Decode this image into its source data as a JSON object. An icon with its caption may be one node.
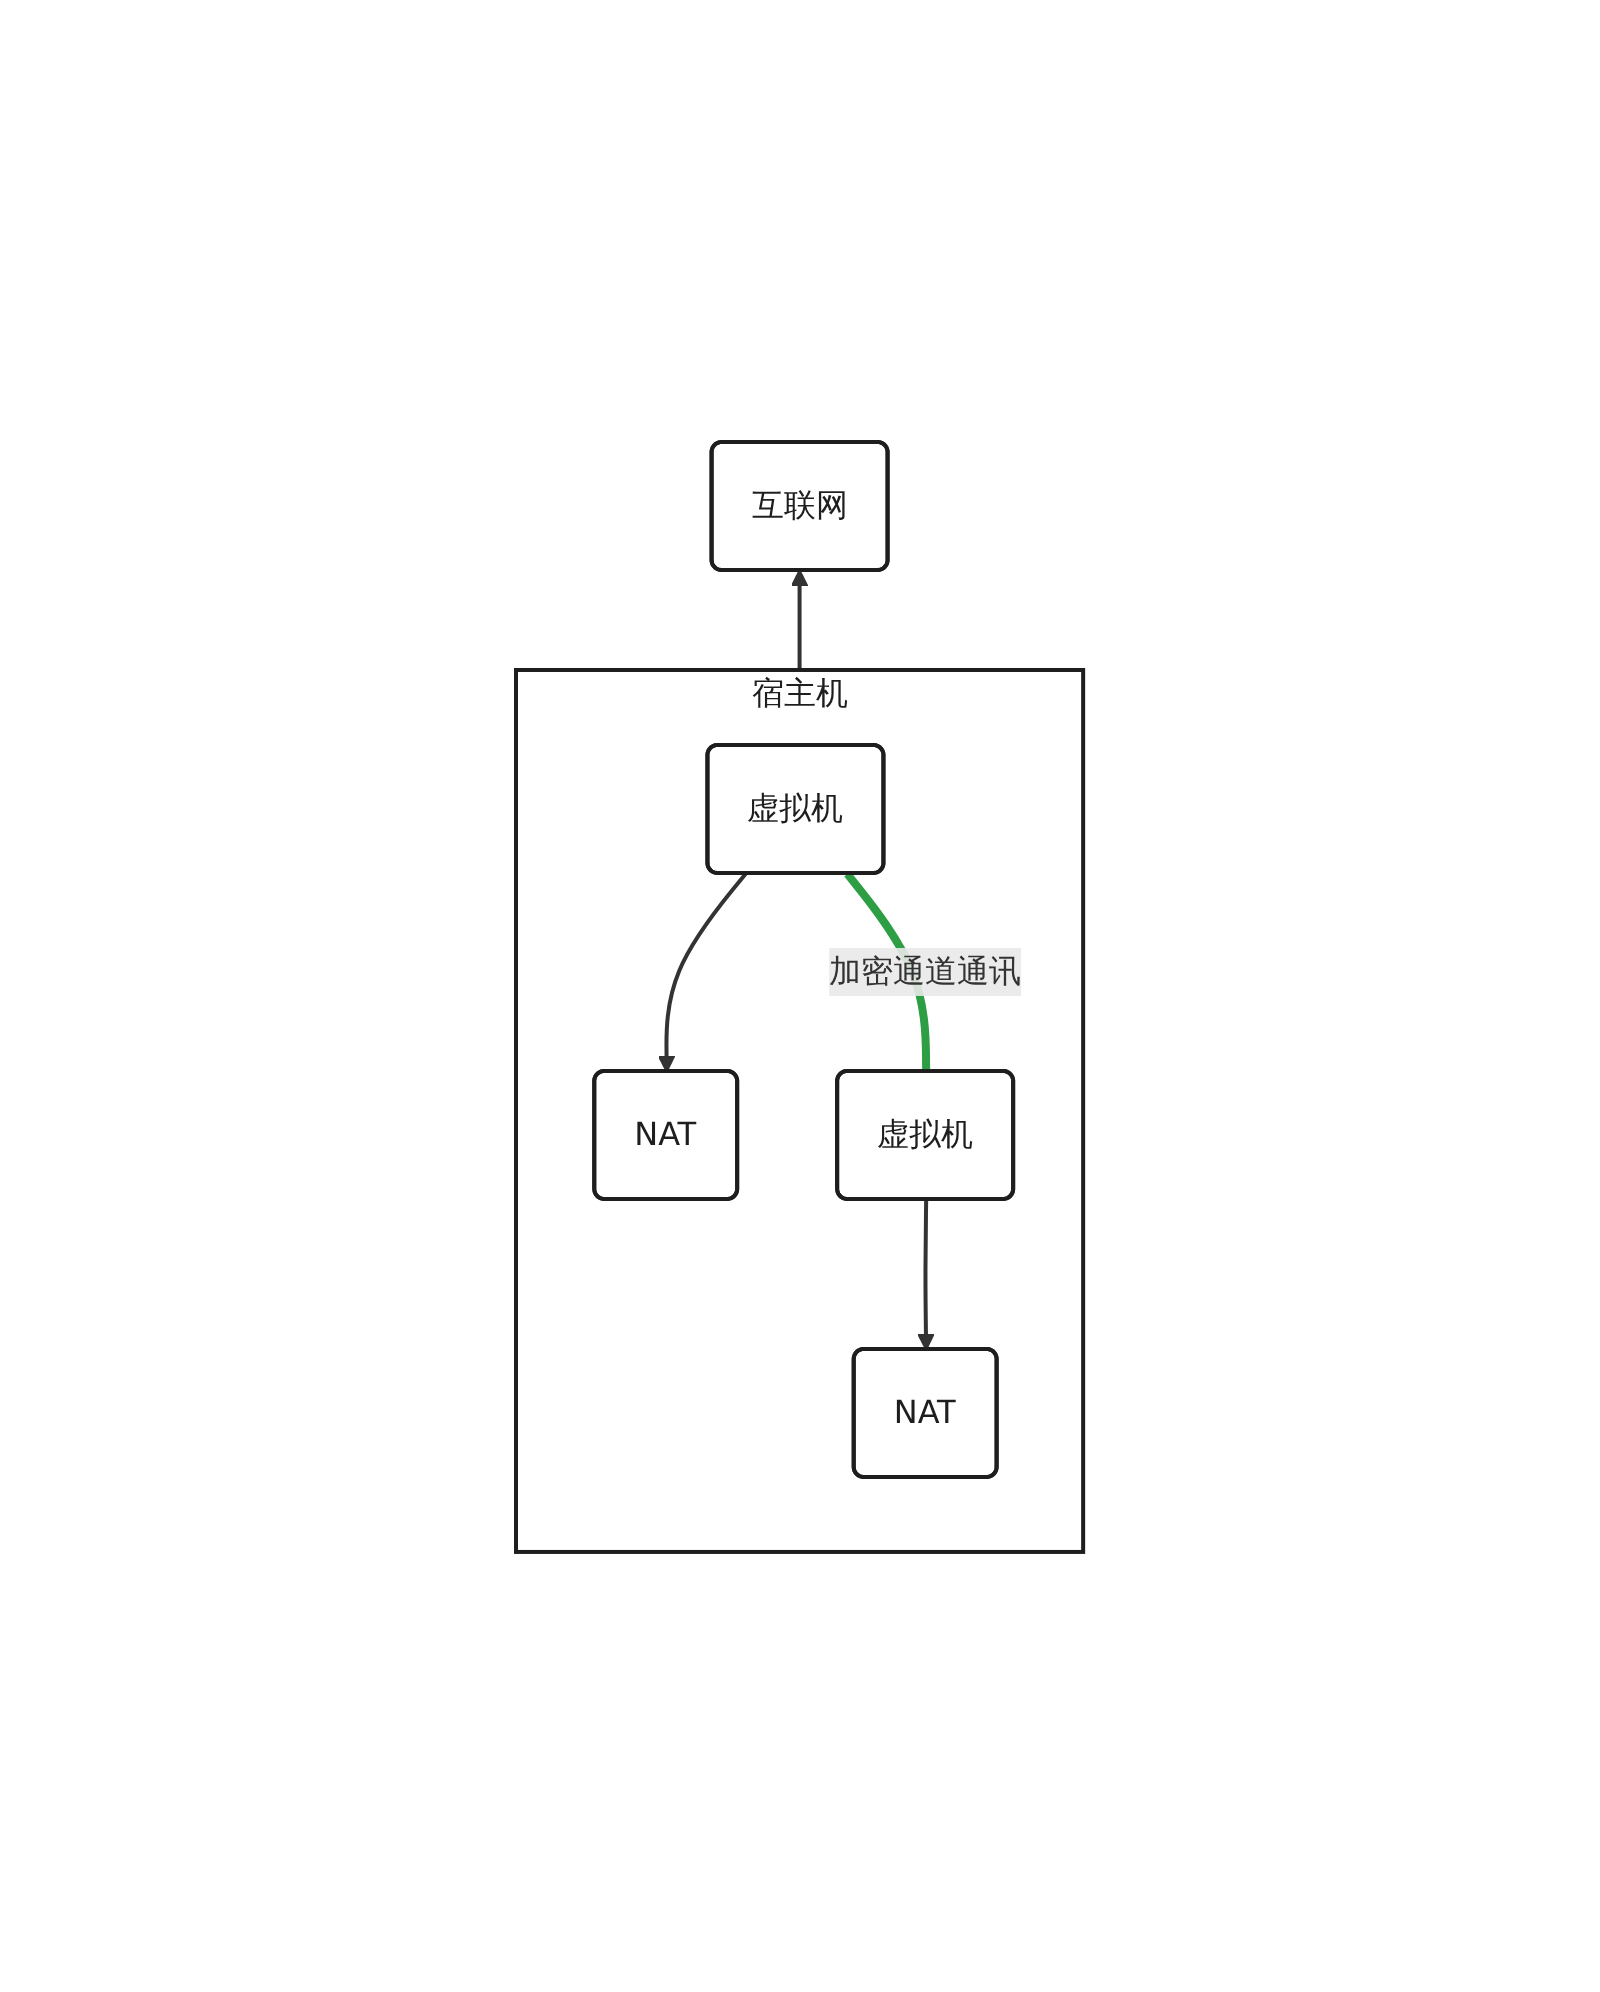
{
  "diagram": {
    "nodes": [
      {
        "text": [
          "互联网"
        ]
      },
      {
        "text": [
          "宿主机"
        ]
      },
      {
        "text": [
          "NAT"
        ],
        "in": 1
      },
      {
        "text": [
          "NAT"
        ],
        "in": 1
      },
      {
        "text": [
          "虚拟机"
        ],
        "in": 1
      },
      {
        "text": [
          "虚拟机"
        ],
        "in": 1
      }
    ],
    "edges": [
      {
        "from": 1,
        "to": 0,
        "arrow": "to"
      },
      {
        "from": 4,
        "to": 2,
        "arrow": "to"
      },
      {
        "from": 5,
        "to": 3,
        "arrow": "to"
      },
      {
        "from": 4,
        "to": 5,
        "arrow": "none",
        "label": "加密通道通讯",
        "style": "thick",
        "color": "#2e9e44"
      }
    ]
  }
}
